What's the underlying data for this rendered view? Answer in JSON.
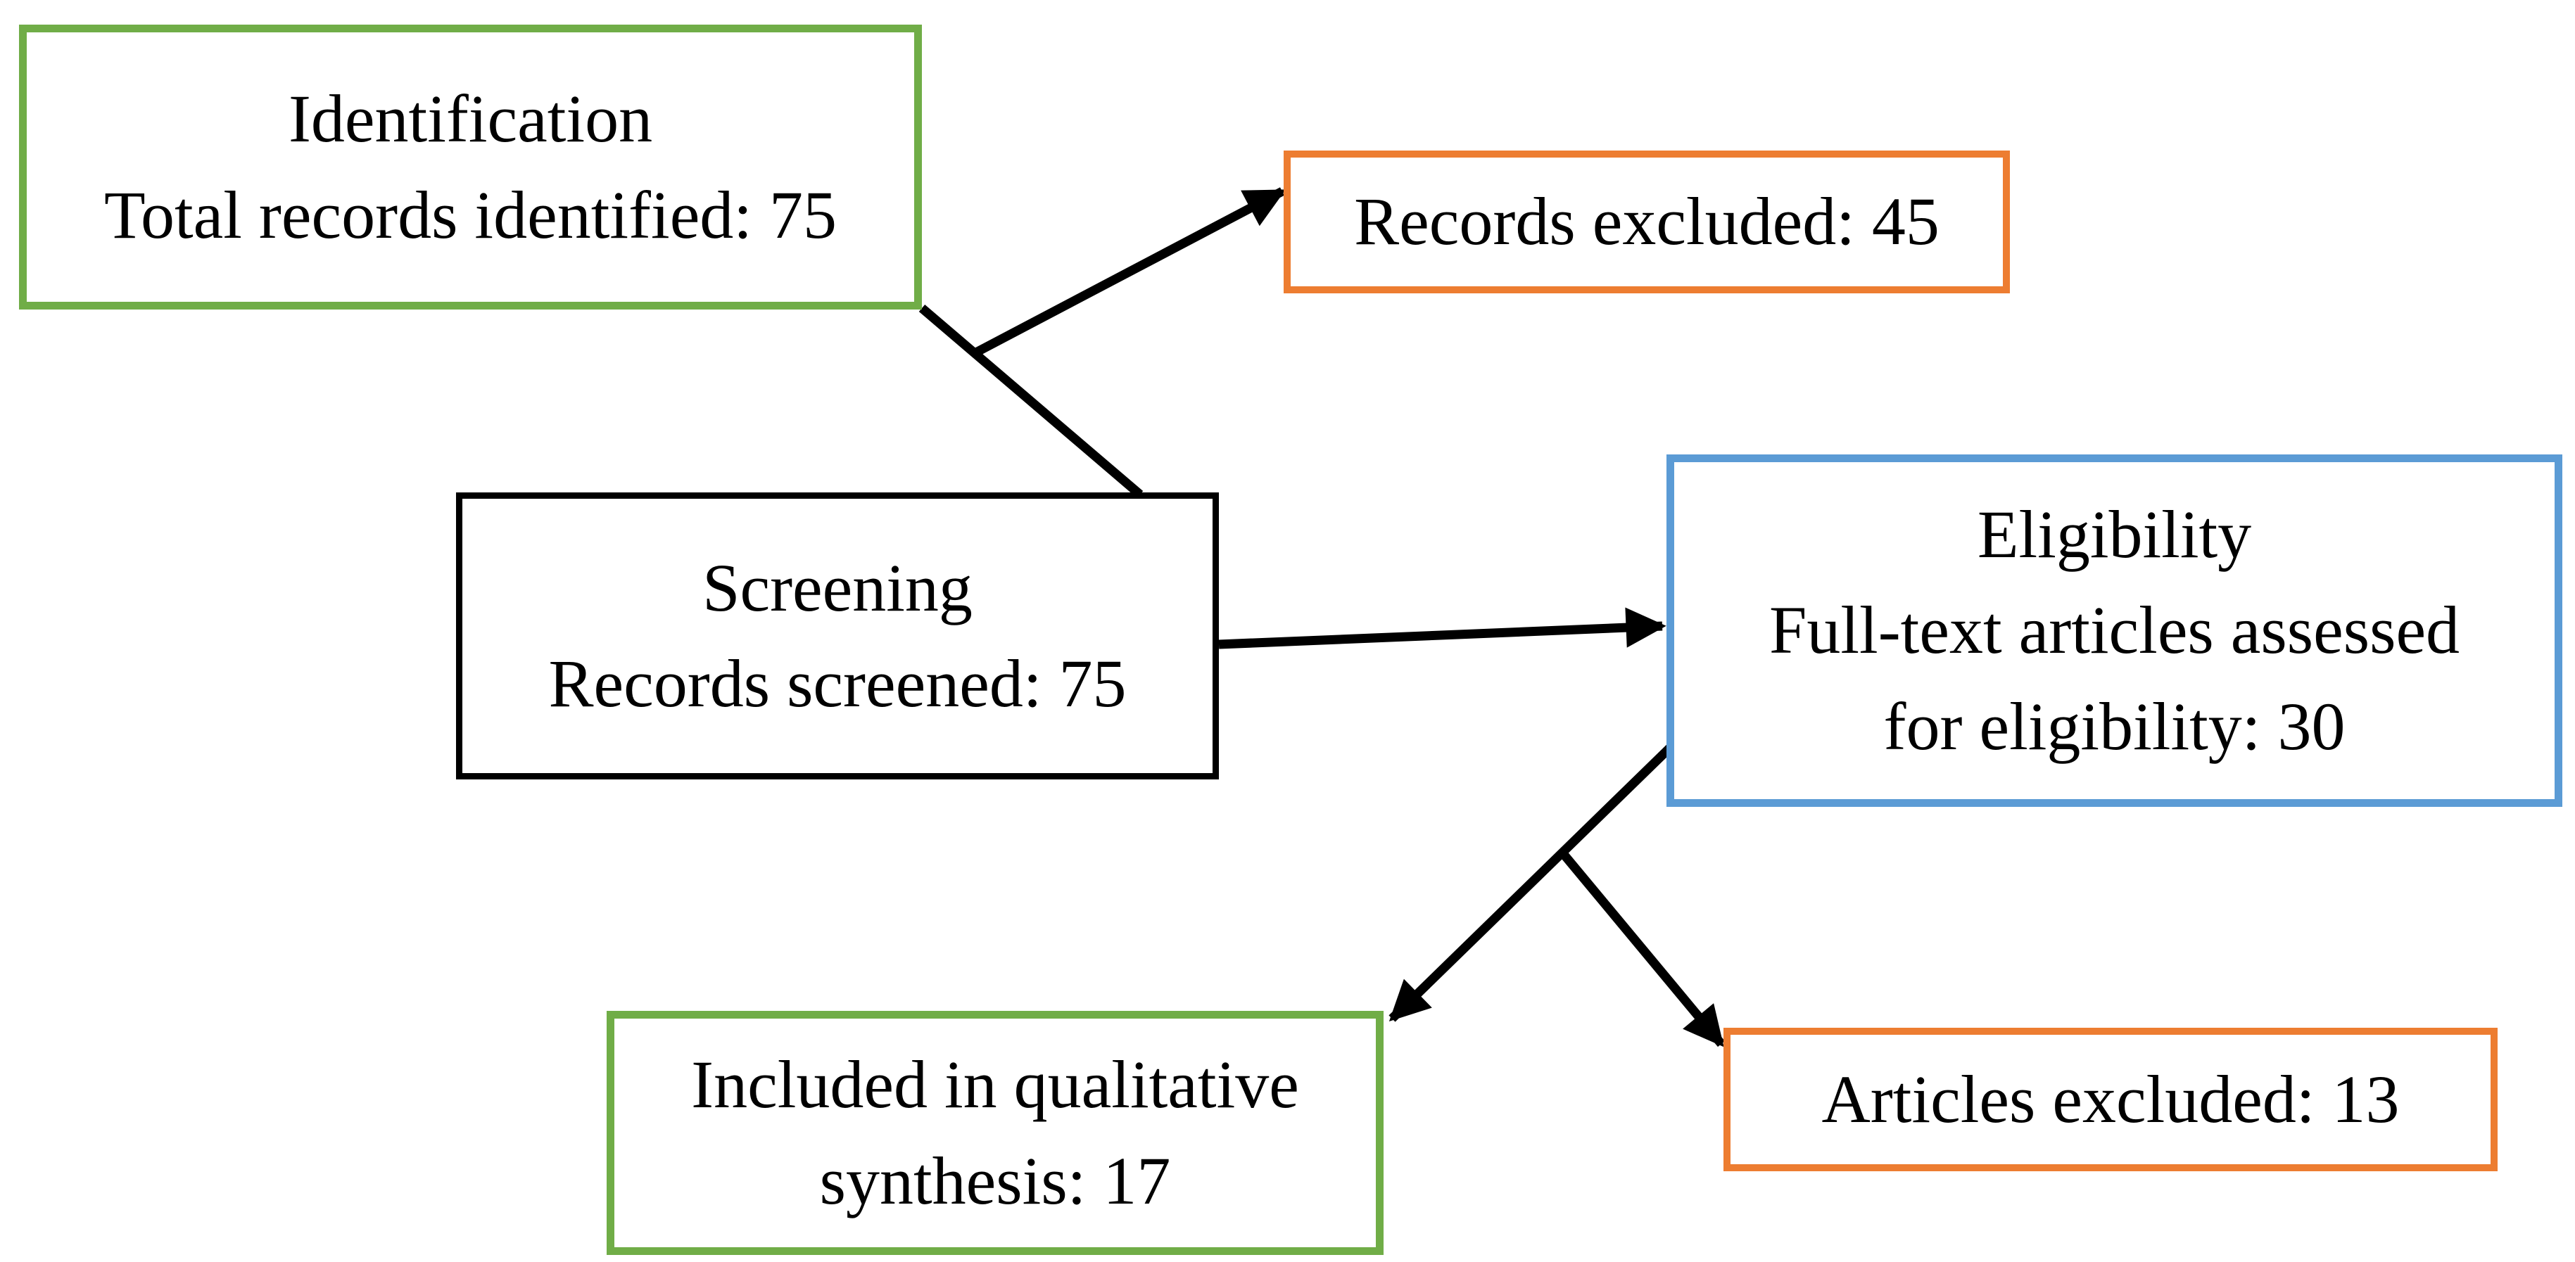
{
  "figure": {
    "type": "flow-diagram",
    "background": "#FFFFFF"
  },
  "colors": {
    "green": "#70AD47",
    "orange": "#ED7D31",
    "blue": "#5B9BD5",
    "black": "#000000",
    "text": "#000000"
  },
  "boxes": {
    "identification": {
      "lines": [
        "Identification",
        "Total records identified: 75"
      ],
      "border_color": "#70AD47"
    },
    "records_excluded": {
      "lines": [
        "Records excluded: 45"
      ],
      "border_color": "#ED7D31"
    },
    "screening": {
      "lines": [
        "Screening",
        "Records screened: 75"
      ],
      "border_color": "#000000"
    },
    "eligibility": {
      "lines": [
        "Eligibility",
        "Full-text articles assessed",
        "for eligibility: 30"
      ],
      "border_color": "#5B9BD5"
    },
    "included": {
      "lines": [
        "Included in qualitative",
        "synthesis: 17"
      ],
      "border_color": "#70AD47"
    },
    "articles_excluded": {
      "lines": [
        "Articles excluded: 13"
      ],
      "border_color": "#ED7D31"
    }
  },
  "connectors": [
    {
      "from": "identification",
      "to": "screening",
      "style": "plain-line"
    },
    {
      "from": "screening",
      "to": "records_excluded",
      "style": "arrow"
    },
    {
      "from": "screening",
      "to": "eligibility",
      "style": "arrow"
    },
    {
      "from": "eligibility",
      "to": "included",
      "style": "arrow"
    },
    {
      "from": "eligibility",
      "to": "articles_excluded",
      "style": "arrow"
    }
  ]
}
